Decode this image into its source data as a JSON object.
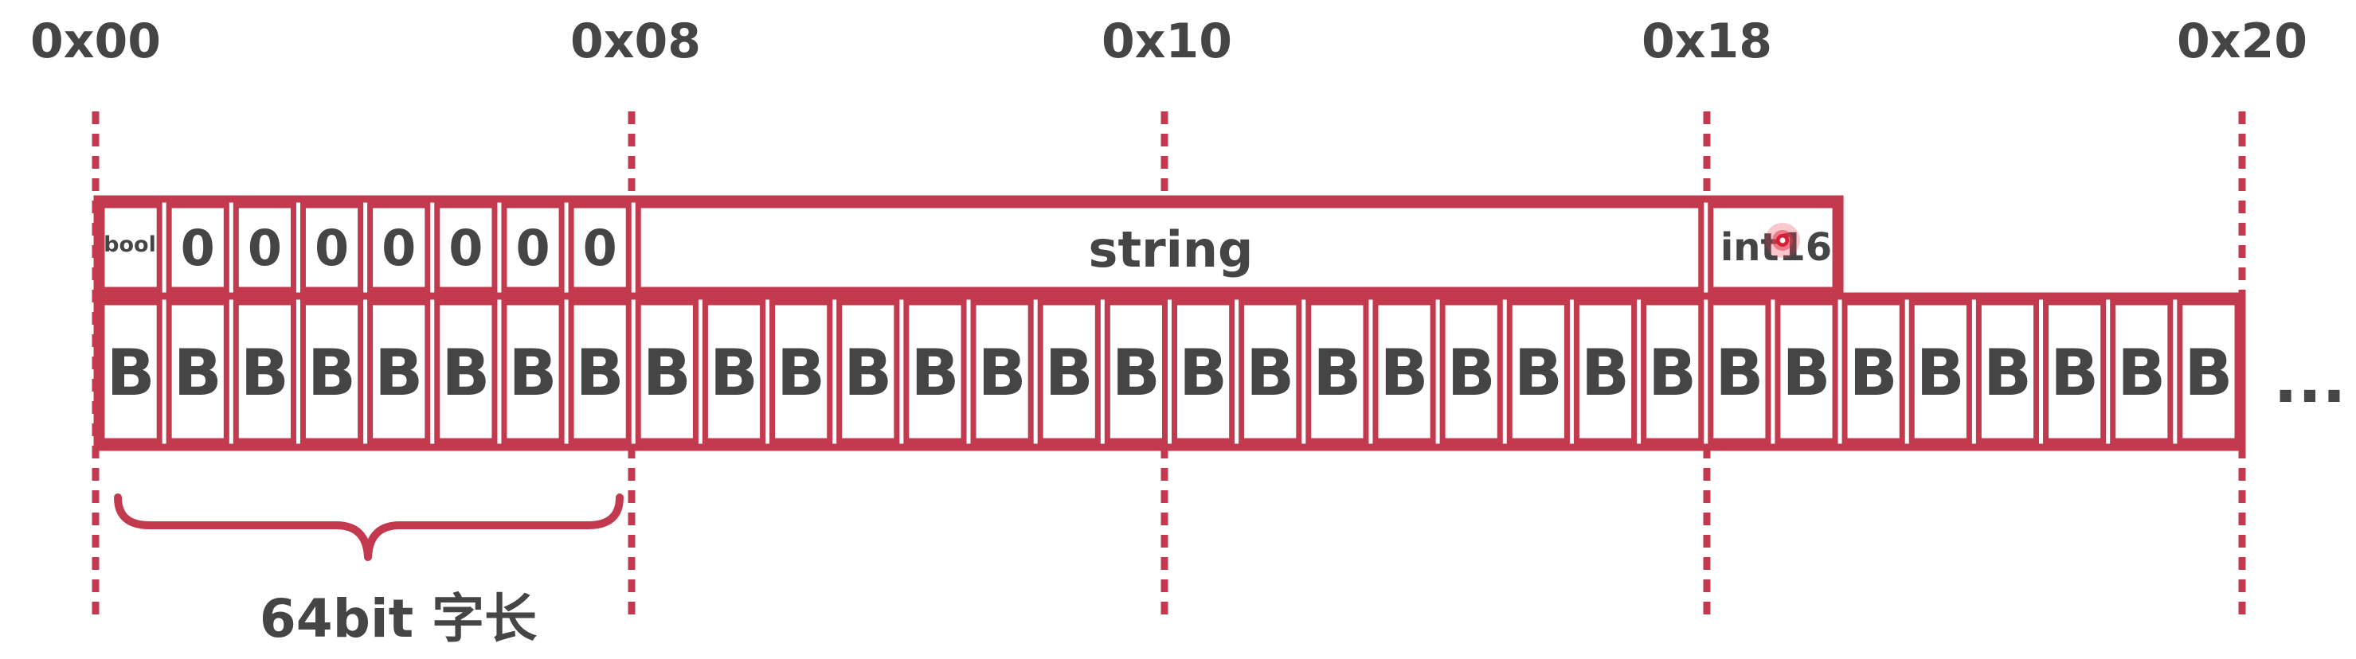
{
  "colors": {
    "accent": "#C33A4F",
    "text": "#454545",
    "background": "#FFFFFF"
  },
  "offsets": [
    "0x00",
    "0x08",
    "0x10",
    "0x18",
    "0x20"
  ],
  "fields": {
    "bool_label": "bool",
    "padding_labels": [
      "0",
      "0",
      "0",
      "0",
      "0",
      "0",
      "0"
    ],
    "string_label": "string",
    "int16_label": "int16"
  },
  "bytes": {
    "label": "B",
    "count": 32,
    "ellipsis": "..."
  },
  "brace": {
    "caption": "64bit 字长"
  },
  "cursor": {
    "icon": "red-dot-cursor"
  }
}
